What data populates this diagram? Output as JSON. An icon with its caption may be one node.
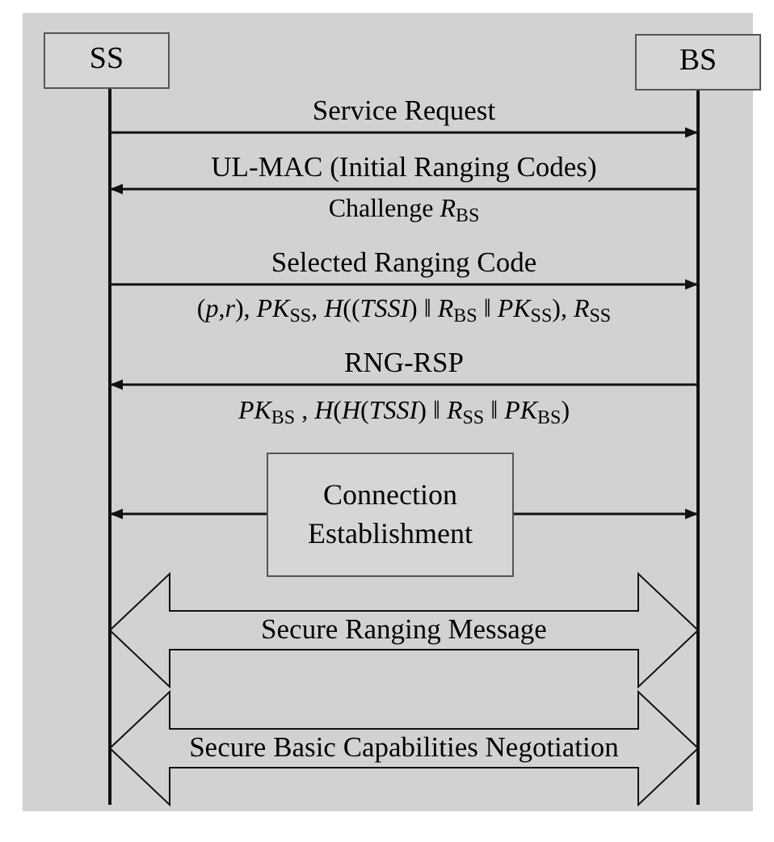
{
  "diagram": {
    "nodes": [
      {
        "text": [
          "SS"
        ]
      },
      {
        "text": [
          "BS"
        ]
      },
      {
        "text": [
          "Connection Establishment"
        ]
      }
    ],
    "edges": [
      {
        "from": 0,
        "to": 1,
        "arrow": "to",
        "label": "Service Request"
      },
      {
        "from": 1,
        "to": 0,
        "arrow": "to",
        "label": "UL-MAC (Initial Ranging Codes)"
      },
      {
        "from": 0,
        "to": 1,
        "arrow": "to",
        "label": "Selected Ranging Code"
      },
      {
        "from": 1,
        "to": 0,
        "arrow": "to",
        "label": "RNG-RSP"
      },
      {
        "from": 2,
        "to": 0,
        "arrow": "to"
      },
      {
        "from": 2,
        "to": 1,
        "arrow": "to"
      },
      {
        "from": 0,
        "to": 1,
        "arrow": "both",
        "style": "thick",
        "label": "Secure Ranging Message"
      },
      {
        "from": 0,
        "to": 1,
        "arrow": "both",
        "style": "thick",
        "label": "Secure Basic Capabilities Negotiation"
      }
    ],
    "labels": [
      "Challenge *R*$_{BS}$",
      "(*p*,*r*),  *PK*$_{SS}$, *H*((*TSSI*) ‖ *R*$_{BS}$ ‖ *PK*$_{SS}$), *R*$_{SS}$",
      "*PK*$_{BS}$ ,  *H*(*H*(*TSSI*) ‖ *R*$_{SS}$ ‖ *PK*$_{BS}$)"
    ]
  }
}
